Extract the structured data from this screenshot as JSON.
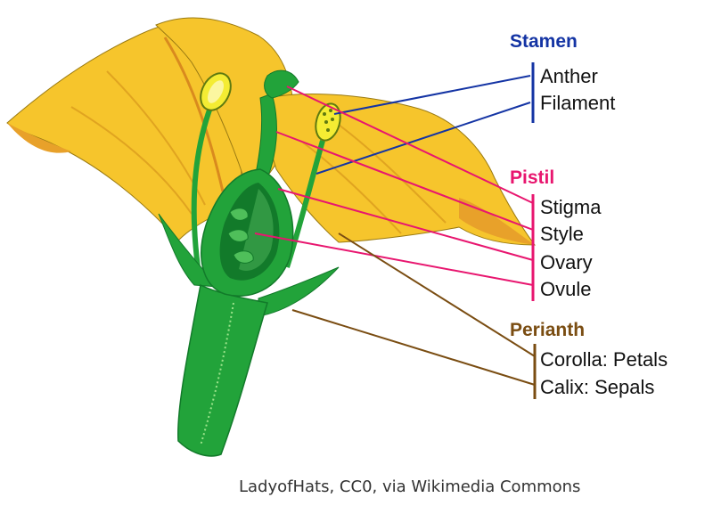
{
  "colors": {
    "stamen": "#1434a4",
    "pistil": "#e8166f",
    "perianth": "#7a4d12",
    "petal": "#f6c52c",
    "petal_shade": "#e8a12a",
    "green": "#22a33a",
    "green_dark": "#127a2a",
    "anther_yellow": "#f4ec33"
  },
  "groups": {
    "stamen": {
      "title": "Stamen",
      "parts": [
        "Anther",
        "Filament"
      ]
    },
    "pistil": {
      "title": "Pistil",
      "parts": [
        "Stigma",
        "Style",
        "Ovary",
        "Ovule"
      ]
    },
    "perianth": {
      "title": "Perianth",
      "parts": [
        "Corolla: Petals",
        "Calix: Sepals"
      ]
    }
  },
  "credit": "LadyofHats, CC0, via Wikimedia Commons"
}
